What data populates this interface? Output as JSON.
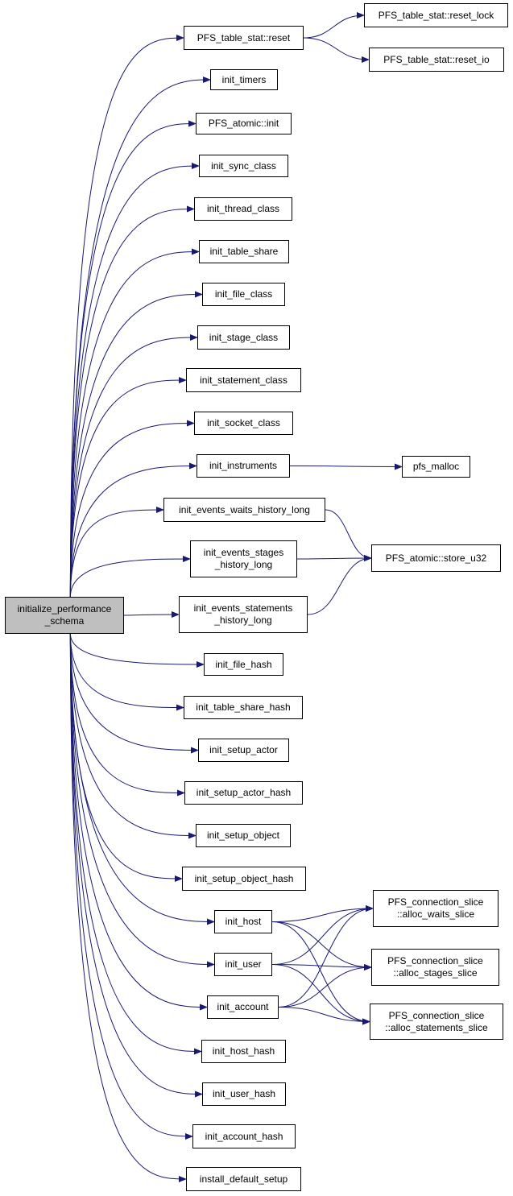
{
  "graph": {
    "root": {
      "id": "root",
      "lines": [
        "initialize_performance",
        "_schema"
      ]
    },
    "nodes": [
      {
        "id": "reset",
        "lines": [
          "PFS_table_stat::reset"
        ]
      },
      {
        "id": "reset_lock",
        "lines": [
          "PFS_table_stat::reset_lock"
        ]
      },
      {
        "id": "reset_io",
        "lines": [
          "PFS_table_stat::reset_io"
        ]
      },
      {
        "id": "init_timers",
        "lines": [
          "init_timers"
        ]
      },
      {
        "id": "atomic_init",
        "lines": [
          "PFS_atomic::init"
        ]
      },
      {
        "id": "init_sync_class",
        "lines": [
          "init_sync_class"
        ]
      },
      {
        "id": "init_thread_class",
        "lines": [
          "init_thread_class"
        ]
      },
      {
        "id": "init_table_share",
        "lines": [
          "init_table_share"
        ]
      },
      {
        "id": "init_file_class",
        "lines": [
          "init_file_class"
        ]
      },
      {
        "id": "init_stage_class",
        "lines": [
          "init_stage_class"
        ]
      },
      {
        "id": "init_statement_class",
        "lines": [
          "init_statement_class"
        ]
      },
      {
        "id": "init_socket_class",
        "lines": [
          "init_socket_class"
        ]
      },
      {
        "id": "init_instruments",
        "lines": [
          "init_instruments"
        ]
      },
      {
        "id": "pfs_malloc",
        "lines": [
          "pfs_malloc"
        ]
      },
      {
        "id": "waits_hist",
        "lines": [
          "init_events_waits_history_long"
        ]
      },
      {
        "id": "stages_hist",
        "lines": [
          "init_events_stages",
          "_history_long"
        ]
      },
      {
        "id": "store_u32",
        "lines": [
          "PFS_atomic::store_u32"
        ]
      },
      {
        "id": "statements_hist",
        "lines": [
          "init_events_statements",
          "_history_long"
        ]
      },
      {
        "id": "init_file_hash",
        "lines": [
          "init_file_hash"
        ]
      },
      {
        "id": "init_table_share_hash",
        "lines": [
          "init_table_share_hash"
        ]
      },
      {
        "id": "init_setup_actor",
        "lines": [
          "init_setup_actor"
        ]
      },
      {
        "id": "init_setup_actor_hash",
        "lines": [
          "init_setup_actor_hash"
        ]
      },
      {
        "id": "init_setup_object",
        "lines": [
          "init_setup_object"
        ]
      },
      {
        "id": "init_setup_object_hash",
        "lines": [
          "init_setup_object_hash"
        ]
      },
      {
        "id": "init_host",
        "lines": [
          "init_host"
        ]
      },
      {
        "id": "waits_slice",
        "lines": [
          "PFS_connection_slice",
          "::alloc_waits_slice"
        ]
      },
      {
        "id": "init_user",
        "lines": [
          "init_user"
        ]
      },
      {
        "id": "stages_slice",
        "lines": [
          "PFS_connection_slice",
          "::alloc_stages_slice"
        ]
      },
      {
        "id": "init_account",
        "lines": [
          "init_account"
        ]
      },
      {
        "id": "statements_slice",
        "lines": [
          "PFS_connection_slice",
          "::alloc_statements_slice"
        ]
      },
      {
        "id": "init_host_hash",
        "lines": [
          "init_host_hash"
        ]
      },
      {
        "id": "init_user_hash",
        "lines": [
          "init_user_hash"
        ]
      },
      {
        "id": "init_account_hash",
        "lines": [
          "init_account_hash"
        ]
      },
      {
        "id": "install_default_setup",
        "lines": [
          "install_default_setup"
        ]
      }
    ],
    "edges": [
      [
        "root",
        "reset"
      ],
      [
        "root",
        "init_timers"
      ],
      [
        "root",
        "atomic_init"
      ],
      [
        "root",
        "init_sync_class"
      ],
      [
        "root",
        "init_thread_class"
      ],
      [
        "root",
        "init_table_share"
      ],
      [
        "root",
        "init_file_class"
      ],
      [
        "root",
        "init_stage_class"
      ],
      [
        "root",
        "init_statement_class"
      ],
      [
        "root",
        "init_socket_class"
      ],
      [
        "root",
        "init_instruments"
      ],
      [
        "root",
        "waits_hist"
      ],
      [
        "root",
        "stages_hist"
      ],
      [
        "root",
        "statements_hist"
      ],
      [
        "root",
        "init_file_hash"
      ],
      [
        "root",
        "init_table_share_hash"
      ],
      [
        "root",
        "init_setup_actor"
      ],
      [
        "root",
        "init_setup_actor_hash"
      ],
      [
        "root",
        "init_setup_object"
      ],
      [
        "root",
        "init_setup_object_hash"
      ],
      [
        "root",
        "init_host"
      ],
      [
        "root",
        "init_user"
      ],
      [
        "root",
        "init_account"
      ],
      [
        "root",
        "init_host_hash"
      ],
      [
        "root",
        "init_user_hash"
      ],
      [
        "root",
        "init_account_hash"
      ],
      [
        "root",
        "install_default_setup"
      ],
      [
        "reset",
        "reset_lock"
      ],
      [
        "reset",
        "reset_io"
      ],
      [
        "init_instruments",
        "pfs_malloc"
      ],
      [
        "waits_hist",
        "store_u32"
      ],
      [
        "stages_hist",
        "store_u32"
      ],
      [
        "statements_hist",
        "store_u32"
      ],
      [
        "init_host",
        "waits_slice"
      ],
      [
        "init_host",
        "stages_slice"
      ],
      [
        "init_host",
        "statements_slice"
      ],
      [
        "init_user",
        "waits_slice"
      ],
      [
        "init_user",
        "stages_slice"
      ],
      [
        "init_user",
        "statements_slice"
      ],
      [
        "init_account",
        "waits_slice"
      ],
      [
        "init_account",
        "stages_slice"
      ],
      [
        "init_account",
        "statements_slice"
      ]
    ],
    "colors": {
      "edge": "#191970",
      "root_fill": "#bfbfbf",
      "node_fill": "#ffffff",
      "border": "#000000"
    }
  }
}
